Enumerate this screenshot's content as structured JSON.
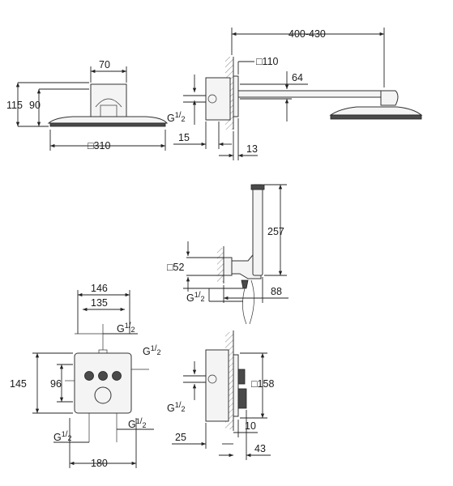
{
  "views": {
    "shower_head_top": {
      "dims": {
        "width_neck": "70",
        "height_total": "115",
        "height_body": "90",
        "width_head": "□310"
      }
    },
    "shower_head_side": {
      "dims": {
        "reach": "400-430",
        "flange": "□110",
        "arm_h": "64",
        "thread": "G",
        "offset_wall": "15",
        "wall_gap": "13"
      }
    },
    "hand_shower": {
      "dims": {
        "length": "257",
        "outlet": "□52",
        "thread": "G",
        "depth": "88"
      }
    },
    "thermostat_front": {
      "dims": {
        "outer_w": "146",
        "inner_w": "135",
        "outer_h": "145",
        "inner_h": "96",
        "bottom_w": "180",
        "thread_top": "G",
        "thread_right": "G",
        "thread_bottom_left": "G",
        "thread_bottom_right": "G"
      }
    },
    "thermostat_side": {
      "dims": {
        "plate": "□158",
        "thread": "G",
        "depth_a": "10",
        "depth_b": "25",
        "depth_c": "43"
      }
    }
  },
  "fraction": {
    "num": "1",
    "den": "2"
  }
}
